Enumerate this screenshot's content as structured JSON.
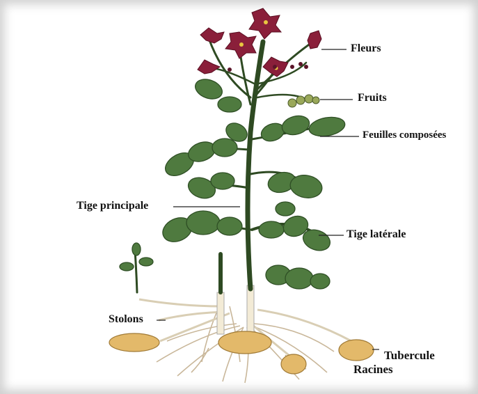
{
  "labels": {
    "fleurs": "Fleurs",
    "fruits": "Fruits",
    "feuilles": "Feuilles composées",
    "tige_principale": "Tige principale",
    "tige_laterale": "Tige latérale",
    "stolons": "Stolons",
    "tubercule": "Tubercule",
    "racines": "Racines"
  },
  "colors": {
    "leaf": "#4f7a3f",
    "leaf_dark": "#2f4f25",
    "stem": "#2e4a22",
    "flower": "#8a1f3a",
    "tuber": "#e3b96a",
    "root": "#c9b79a",
    "stolon": "#d9ceb4"
  }
}
